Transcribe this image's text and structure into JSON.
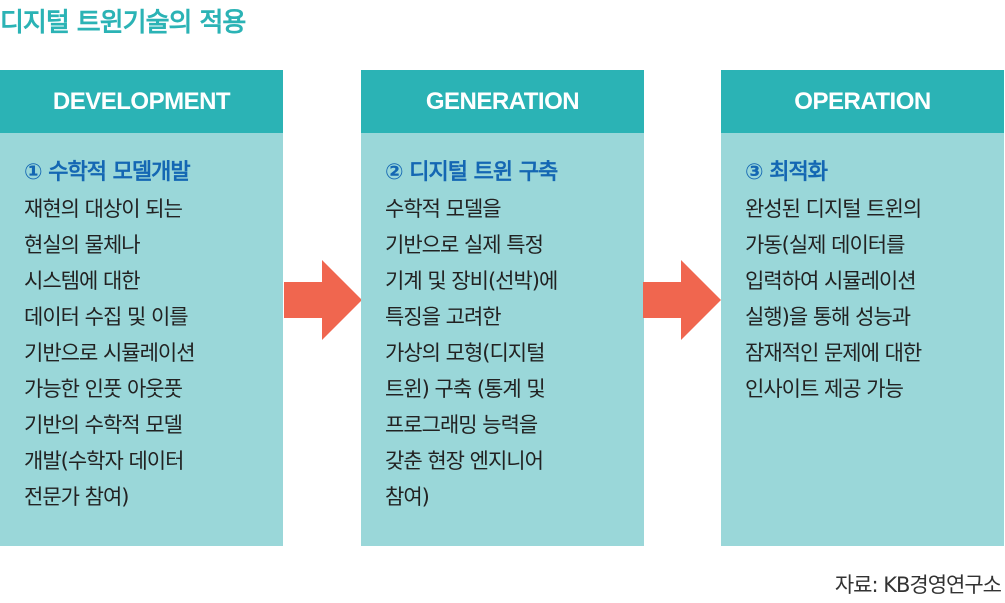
{
  "title": "디지털 트윈기술의 적용",
  "stages": [
    {
      "header": "DEVELOPMENT",
      "subtitle": "① 수학적 모델개발",
      "lines": [
        "재현의 대상이 되는",
        "현실의 물체나",
        "시스템에 대한",
        "데이터 수집 및 이를",
        "기반으로 시뮬레이션",
        "가능한 인풋 아웃풋",
        "기반의 수학적 모델",
        "개발(수학자 데이터",
        "전문가 참여)"
      ]
    },
    {
      "header": "GENERATION",
      "subtitle": "② 디지털 트윈 구축",
      "lines": [
        "수학적 모델을",
        "기반으로 실제 특정",
        "기계 및 장비(선박)에",
        "특징을 고려한",
        "가상의 모형(디지털",
        "트윈) 구축 (통계 및",
        "프로그래밍 능력을",
        "갖춘 현장 엔지니어",
        "참여)"
      ]
    },
    {
      "header": "OPERATION",
      "subtitle": "③ 최적화",
      "lines": [
        "완성된 디지털 트윈의",
        "가동(실제 데이터를",
        "입력하여 시뮬레이션",
        "실행)을 통해 성능과",
        "잠재적인 문제에 대한",
        "인사이트 제공 가능"
      ]
    }
  ],
  "source": "자료: KB경영연구소",
  "colors": {
    "title": "#2bb3b5",
    "header_bg": "#2bb3b5",
    "card_bg": "#9ad7d9",
    "subtitle": "#1467b3",
    "arrow": "#f0664f"
  }
}
